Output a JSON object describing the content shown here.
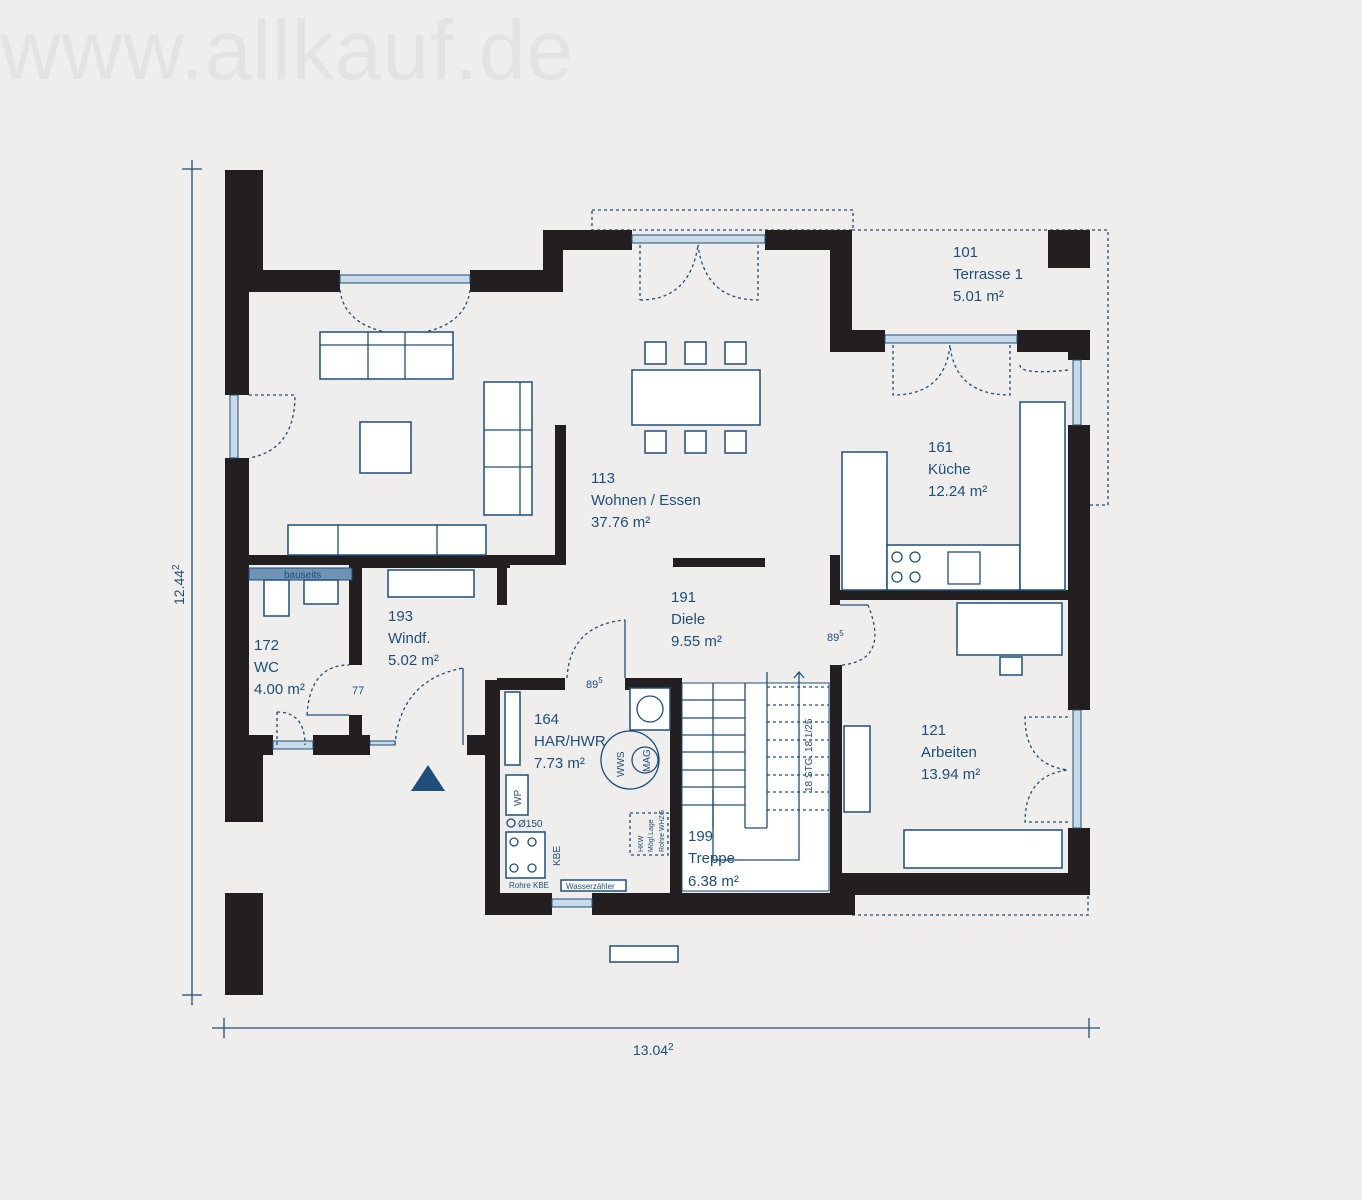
{
  "watermark": "www.allkauf.de",
  "colors": {
    "wall": "#231f20",
    "text": "#1d4f7a",
    "background": "#efeeed",
    "window": "#c9dbe8"
  },
  "rooms": [
    {
      "id": "101",
      "name": "Terrasse 1",
      "area": "5.01 m²"
    },
    {
      "id": "113",
      "name": "Wohnen / Essen",
      "area": "37.76 m²"
    },
    {
      "id": "161",
      "name": "Küche",
      "area": "12.24 m²"
    },
    {
      "id": "172",
      "name": "WC",
      "area": "4.00 m²"
    },
    {
      "id": "193",
      "name": "Windf.",
      "area": "5.02 m²"
    },
    {
      "id": "191",
      "name": "Diele",
      "area": "9.55 m²"
    },
    {
      "id": "164",
      "name": "HAR/HWR",
      "area": "7.73 m²"
    },
    {
      "id": "199",
      "name": "Treppe",
      "area": "6.38 m²"
    },
    {
      "id": "121",
      "name": "Arbeiten",
      "area": "13.94 m²"
    }
  ],
  "labels": {
    "bauseits": "bauseits",
    "door_77": "77",
    "door_895a": "89",
    "door_895b": "89",
    "sup5": "5",
    "wws": "WWS",
    "mag": "MAG",
    "wp": "WP",
    "d150": "Ø150",
    "kbe": "KBE",
    "rohre_kbe": "Rohre KBE",
    "wasserzaehler": "Wasserzähler",
    "hkw": "HKW",
    "moegl_lage": "Mögl.Lage",
    "rohre_whzg": "Rohre WHZG",
    "stairs": "18 STG. 18.1/25"
  },
  "dimensions": {
    "height": "12.44",
    "height_sup": "2",
    "width": "13.04",
    "width_sup": "2"
  }
}
